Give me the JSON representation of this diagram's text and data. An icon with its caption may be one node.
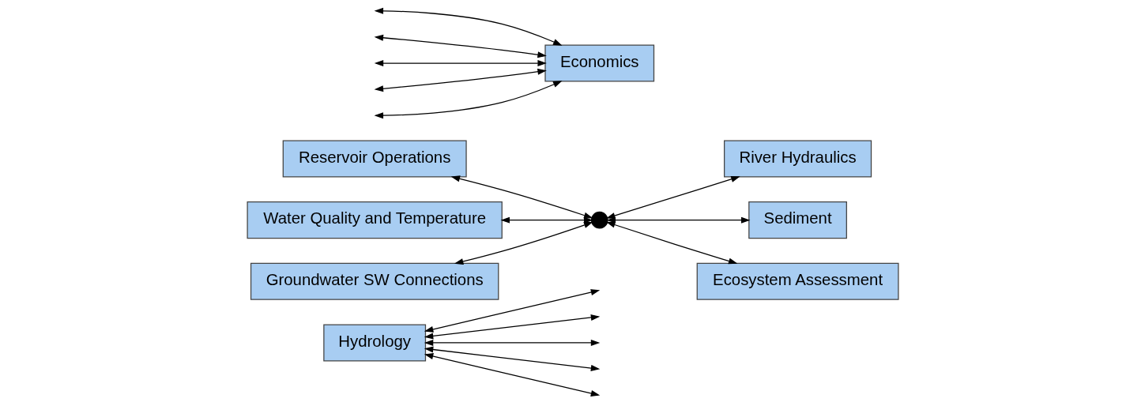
{
  "diagram": {
    "nodes": [
      {
        "text": [
          "Hydrology"
        ]
      },
      {
        "text": [
          "Reservoir Operations"
        ]
      },
      {
        "text": [
          "River Hydraulics"
        ]
      },
      {
        "text": [
          "Water Quality and Temperature"
        ]
      },
      {
        "text": [],
        "shape": "circle"
      },
      {
        "text": [
          "Sediment"
        ]
      },
      {
        "text": [
          "Economics"
        ]
      },
      {
        "text": [
          "Groundwater SW Connections"
        ]
      },
      {
        "text": [
          "Ecosystem Assessment"
        ]
      }
    ],
    "edges": [
      {
        "from": 1,
        "to": 4,
        "arrow": "both"
      },
      {
        "from": 4,
        "to": 2,
        "arrow": "both"
      },
      {
        "from": 3,
        "to": 4,
        "arrow": "both"
      },
      {
        "from": 4,
        "to": 5,
        "arrow": "both"
      },
      {
        "from": 7,
        "to": 4,
        "arrow": "both"
      },
      {
        "from": 4,
        "to": 8,
        "arrow": "both"
      },
      {
        "from": 0,
        "to": null,
        "arrow": "both"
      },
      {
        "from": 0,
        "to": null,
        "arrow": "both"
      },
      {
        "from": 0,
        "to": null,
        "arrow": "both"
      },
      {
        "from": 0,
        "to": null,
        "arrow": "both"
      },
      {
        "from": 0,
        "to": null,
        "arrow": "both"
      },
      {
        "from": null,
        "to": 6,
        "arrow": "both"
      },
      {
        "from": null,
        "to": 6,
        "arrow": "both"
      },
      {
        "from": null,
        "to": 6,
        "arrow": "both"
      },
      {
        "from": null,
        "to": 6,
        "arrow": "both"
      },
      {
        "from": null,
        "to": 6,
        "arrow": "both"
      }
    ]
  }
}
